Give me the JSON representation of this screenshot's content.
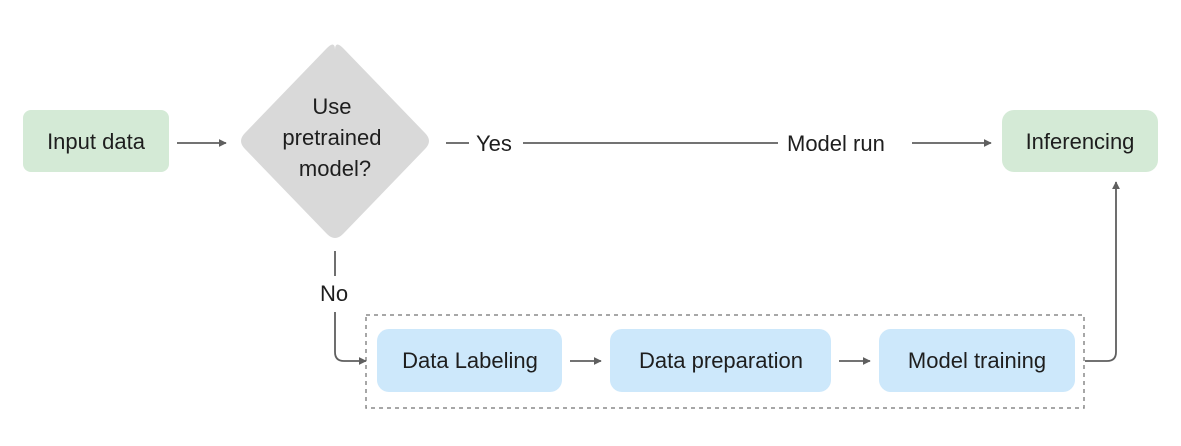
{
  "nodes": {
    "input_data": "Input data",
    "decision": [
      "Use",
      "pretrained",
      "model?"
    ],
    "inferencing": "Inferencing",
    "data_labeling": "Data Labeling",
    "data_preparation": "Data preparation",
    "model_training": "Model training"
  },
  "edges": {
    "yes": "Yes",
    "model_run": "Model run",
    "no": "No"
  },
  "colors": {
    "start_end_fill": "#d4ead6",
    "decision_fill": "#d9d9d9",
    "process_fill": "#cde8fb",
    "line": "#5f5f5f",
    "text": "#1e1e1e"
  }
}
